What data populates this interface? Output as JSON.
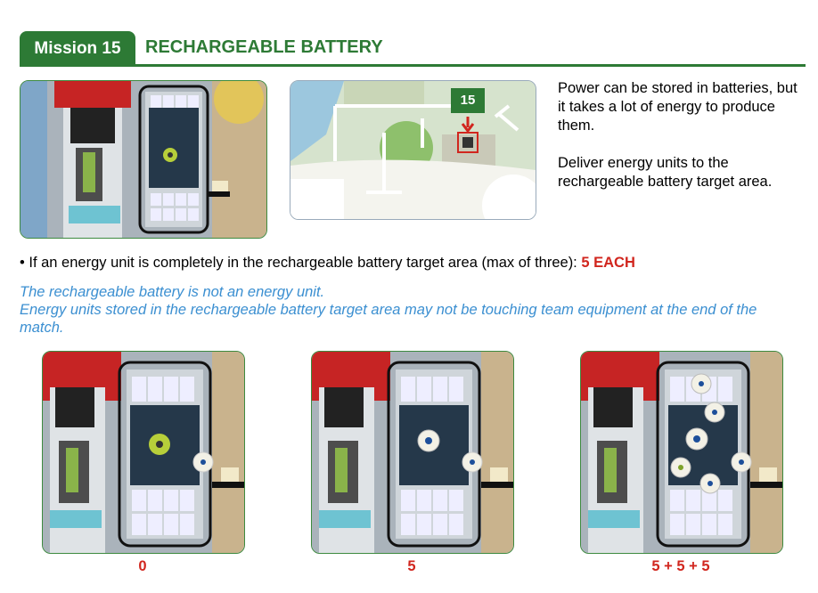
{
  "header": {
    "mission_label": "Mission 15",
    "title": "RECHARGEABLE BATTERY"
  },
  "map": {
    "mission_number": "15"
  },
  "description": {
    "line1": "Power can be stored in batteries, but it takes a lot of energy to produce them.",
    "line2": "Deliver energy units to the rechargeable battery target area."
  },
  "scoring": {
    "rule_text": "• If an energy unit is completely in the rechargeable battery target area (max of three): ",
    "rule_points": "5 EACH"
  },
  "notes": {
    "note1": "The rechargeable battery is not an energy unit.",
    "note2": "Energy units stored in the rechargeable battery target area may not be touching team equipment at the end of the match."
  },
  "examples": [
    {
      "score_label": "0"
    },
    {
      "score_label": "5"
    },
    {
      "score_label": "5 + 5 + 5"
    }
  ],
  "colors": {
    "header_green": "#2d7a35",
    "points_red": "#d1261e",
    "note_blue": "#3b8fd1"
  }
}
